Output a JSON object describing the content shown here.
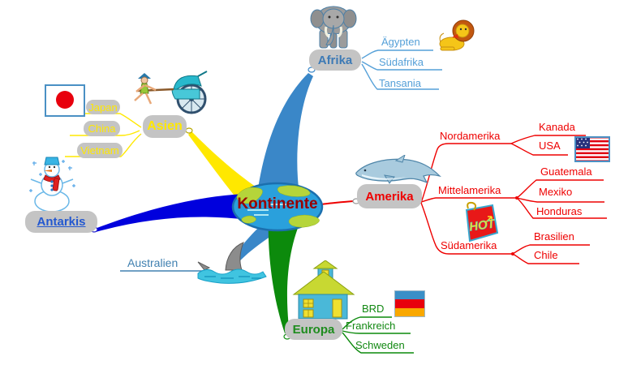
{
  "center": {
    "label": "Kontinente"
  },
  "topics": {
    "afrika": {
      "label": "Afrika",
      "items": [
        "Ägypten",
        "Südafrika",
        "Tansania"
      ]
    },
    "asien": {
      "label": "Asien",
      "items": [
        "Japan",
        "China",
        "Vietnam"
      ]
    },
    "antarkis": {
      "label": "Antarkis"
    },
    "australien": {
      "label": "Australien"
    },
    "amerika": {
      "label": "Amerika",
      "subtopics": {
        "nordamerika": {
          "label": "Nordamerika",
          "items": [
            "Kanada",
            "USA"
          ]
        },
        "mittelamerika": {
          "label": "Mittelamerika",
          "items": [
            "Guatemala",
            "Mexiko",
            "Honduras"
          ]
        },
        "suedamerika": {
          "label": "Südamerika",
          "items": [
            "Brasilien",
            "Chile"
          ]
        }
      }
    },
    "europa": {
      "label": "Europa",
      "items": [
        "BRD",
        "Frankreich",
        "Schweden"
      ]
    }
  },
  "clipart": {
    "hot_note_label": "HOT",
    "icons": [
      "elephant-icon",
      "lion-icon",
      "japan-flag-icon",
      "rickshaw-icon",
      "snowman-icon",
      "dolphin-icon",
      "shark-icon",
      "house-icon",
      "hot-note-icon",
      "usa-flag-icon",
      "germany-flag-icon"
    ]
  },
  "colors": {
    "afrika_branch": "#3A87C8",
    "afrika_text": "#3D7AB5",
    "afrika_child_text": "#55A0D8",
    "asien_branch": "#FFE800",
    "asien_text": "#FFE800",
    "antarkis_branch": "#0000DD",
    "antarkis_text": "#2358D0",
    "australien_branch": "#3A87C8",
    "australien_text": "#4080B0",
    "amerika_branch": "#EE0000",
    "amerika_text": "#EE0000",
    "europa_branch": "#0C8A0C",
    "europa_text": "#128812",
    "center_text": "#990000",
    "node_bg": "#C4C4C4"
  }
}
